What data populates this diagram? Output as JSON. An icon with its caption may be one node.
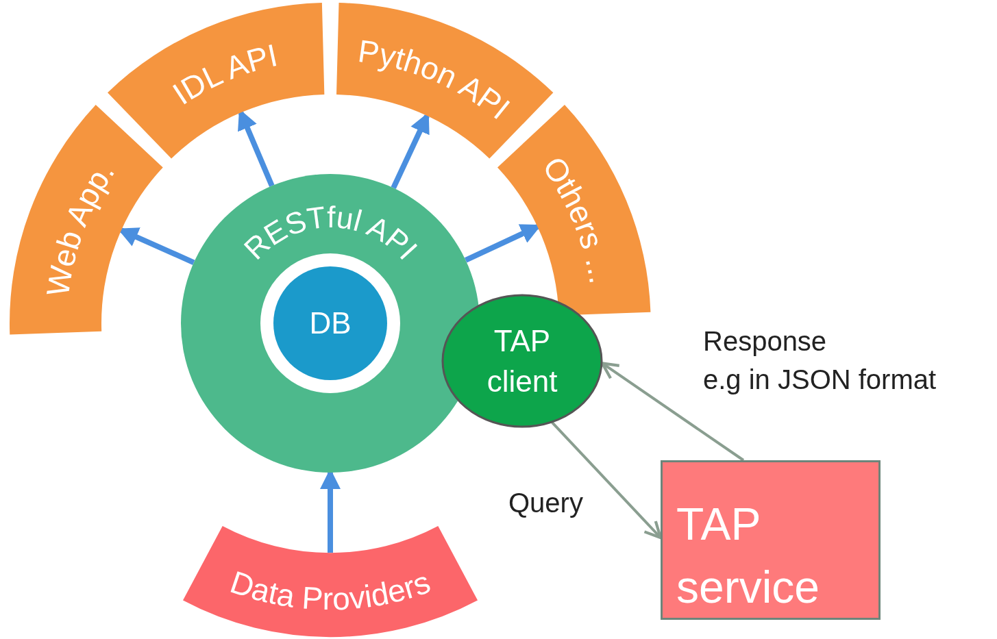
{
  "diagram": {
    "nodes": [
      {
        "text": [
          "RESTful API"
        ]
      },
      {
        "text": [
          "DB"
        ],
        "in": 0
      },
      {
        "text": [
          "Web App."
        ]
      },
      {
        "text": [
          "IDL API"
        ]
      },
      {
        "text": [
          "Python API"
        ]
      },
      {
        "text": [
          "Others ..."
        ]
      },
      {
        "text": [
          "Data Providers"
        ]
      },
      {
        "text": [
          "TAP client"
        ]
      },
      {
        "text": [
          "TAP service"
        ]
      }
    ],
    "edges": [
      {
        "from": 0,
        "to": 2,
        "arrow": "to"
      },
      {
        "from": 0,
        "to": 3,
        "arrow": "to"
      },
      {
        "from": 0,
        "to": 4,
        "arrow": "to"
      },
      {
        "from": 0,
        "to": 5,
        "arrow": "to"
      },
      {
        "from": 6,
        "to": 0,
        "arrow": "to"
      },
      {
        "from": 7,
        "to": 8,
        "arrow": "to",
        "label": "Query",
        "color": "#8a9e90"
      },
      {
        "from": 8,
        "to": 7,
        "arrow": "to",
        "label": "Response e.g in JSON format",
        "color": "#8a9e90"
      }
    ]
  }
}
